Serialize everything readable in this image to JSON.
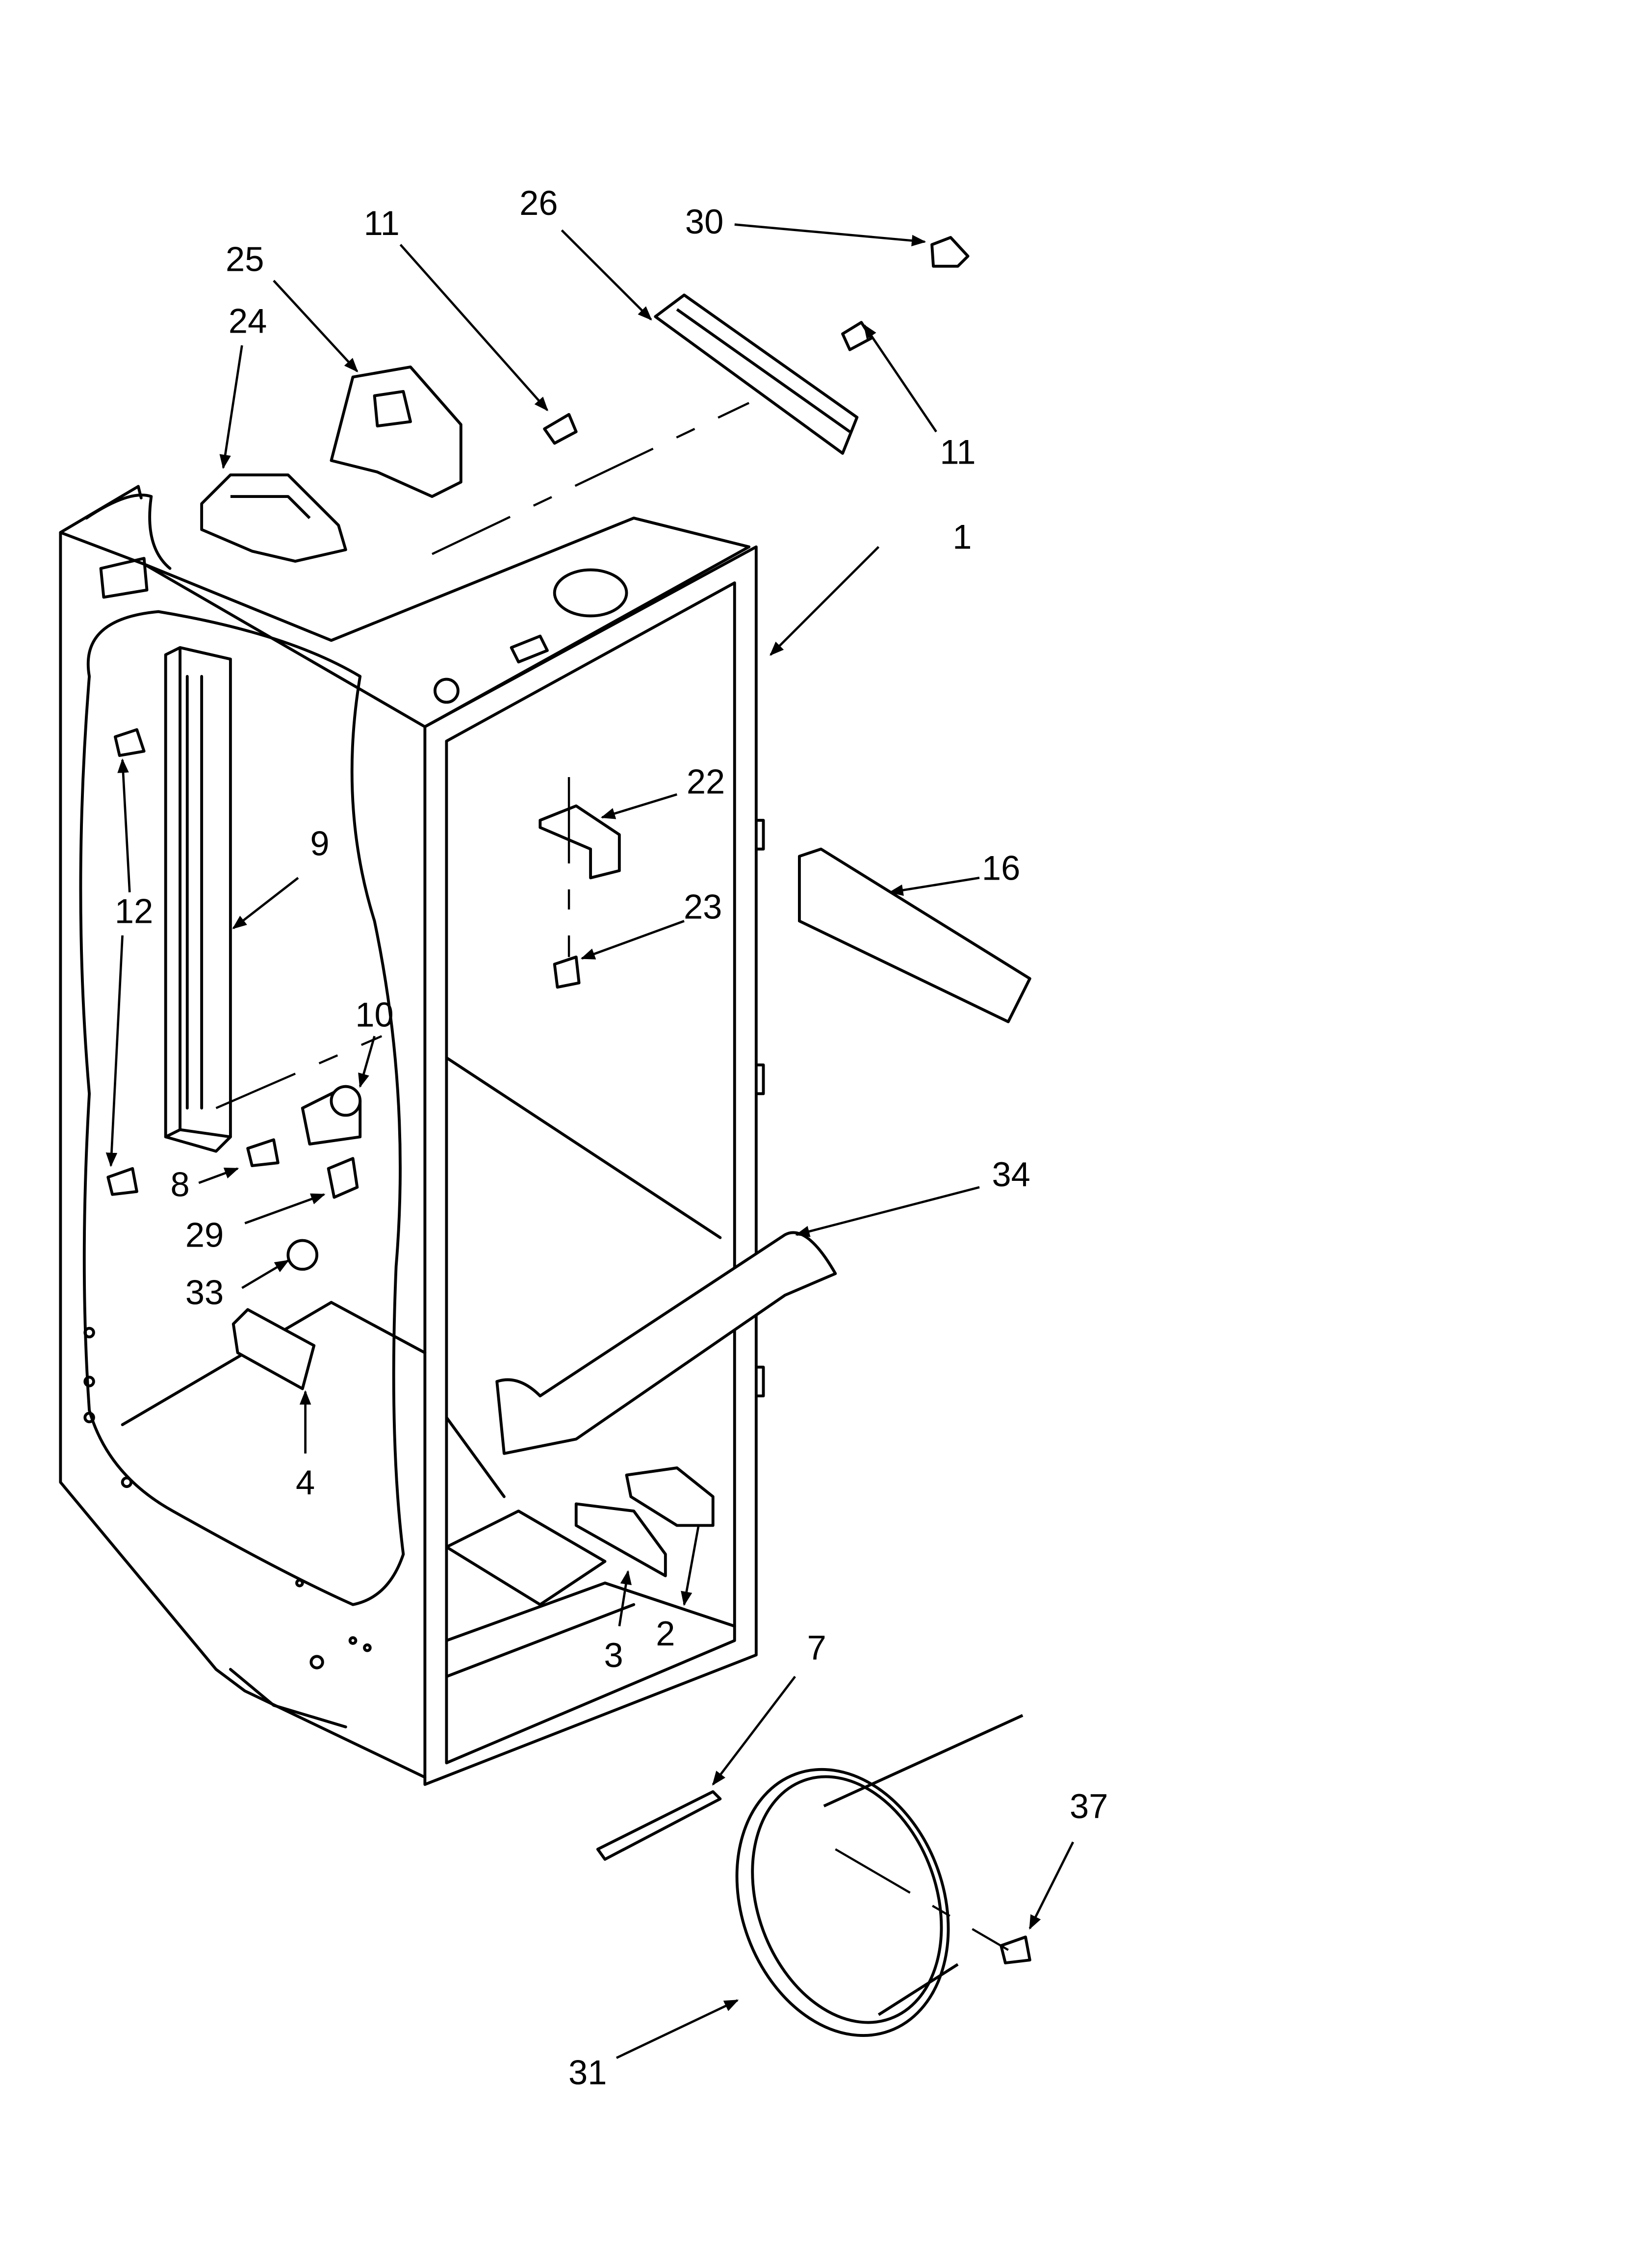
{
  "diagram": {
    "callouts": [
      {
        "id": "c1",
        "label": "1"
      },
      {
        "id": "c2",
        "label": "2"
      },
      {
        "id": "c3",
        "label": "3"
      },
      {
        "id": "c4",
        "label": "4"
      },
      {
        "id": "c7",
        "label": "7"
      },
      {
        "id": "c8",
        "label": "8"
      },
      {
        "id": "c9",
        "label": "9"
      },
      {
        "id": "c10",
        "label": "10"
      },
      {
        "id": "c11a",
        "label": "11"
      },
      {
        "id": "c11b",
        "label": "11"
      },
      {
        "id": "c12",
        "label": "12"
      },
      {
        "id": "c16",
        "label": "16"
      },
      {
        "id": "c22",
        "label": "22"
      },
      {
        "id": "c23",
        "label": "23"
      },
      {
        "id": "c24",
        "label": "24"
      },
      {
        "id": "c25",
        "label": "25"
      },
      {
        "id": "c26",
        "label": "26"
      },
      {
        "id": "c29",
        "label": "29"
      },
      {
        "id": "c30",
        "label": "30"
      },
      {
        "id": "c31",
        "label": "31"
      },
      {
        "id": "c33",
        "label": "33"
      },
      {
        "id": "c34",
        "label": "34"
      },
      {
        "id": "c37",
        "label": "37"
      }
    ]
  }
}
